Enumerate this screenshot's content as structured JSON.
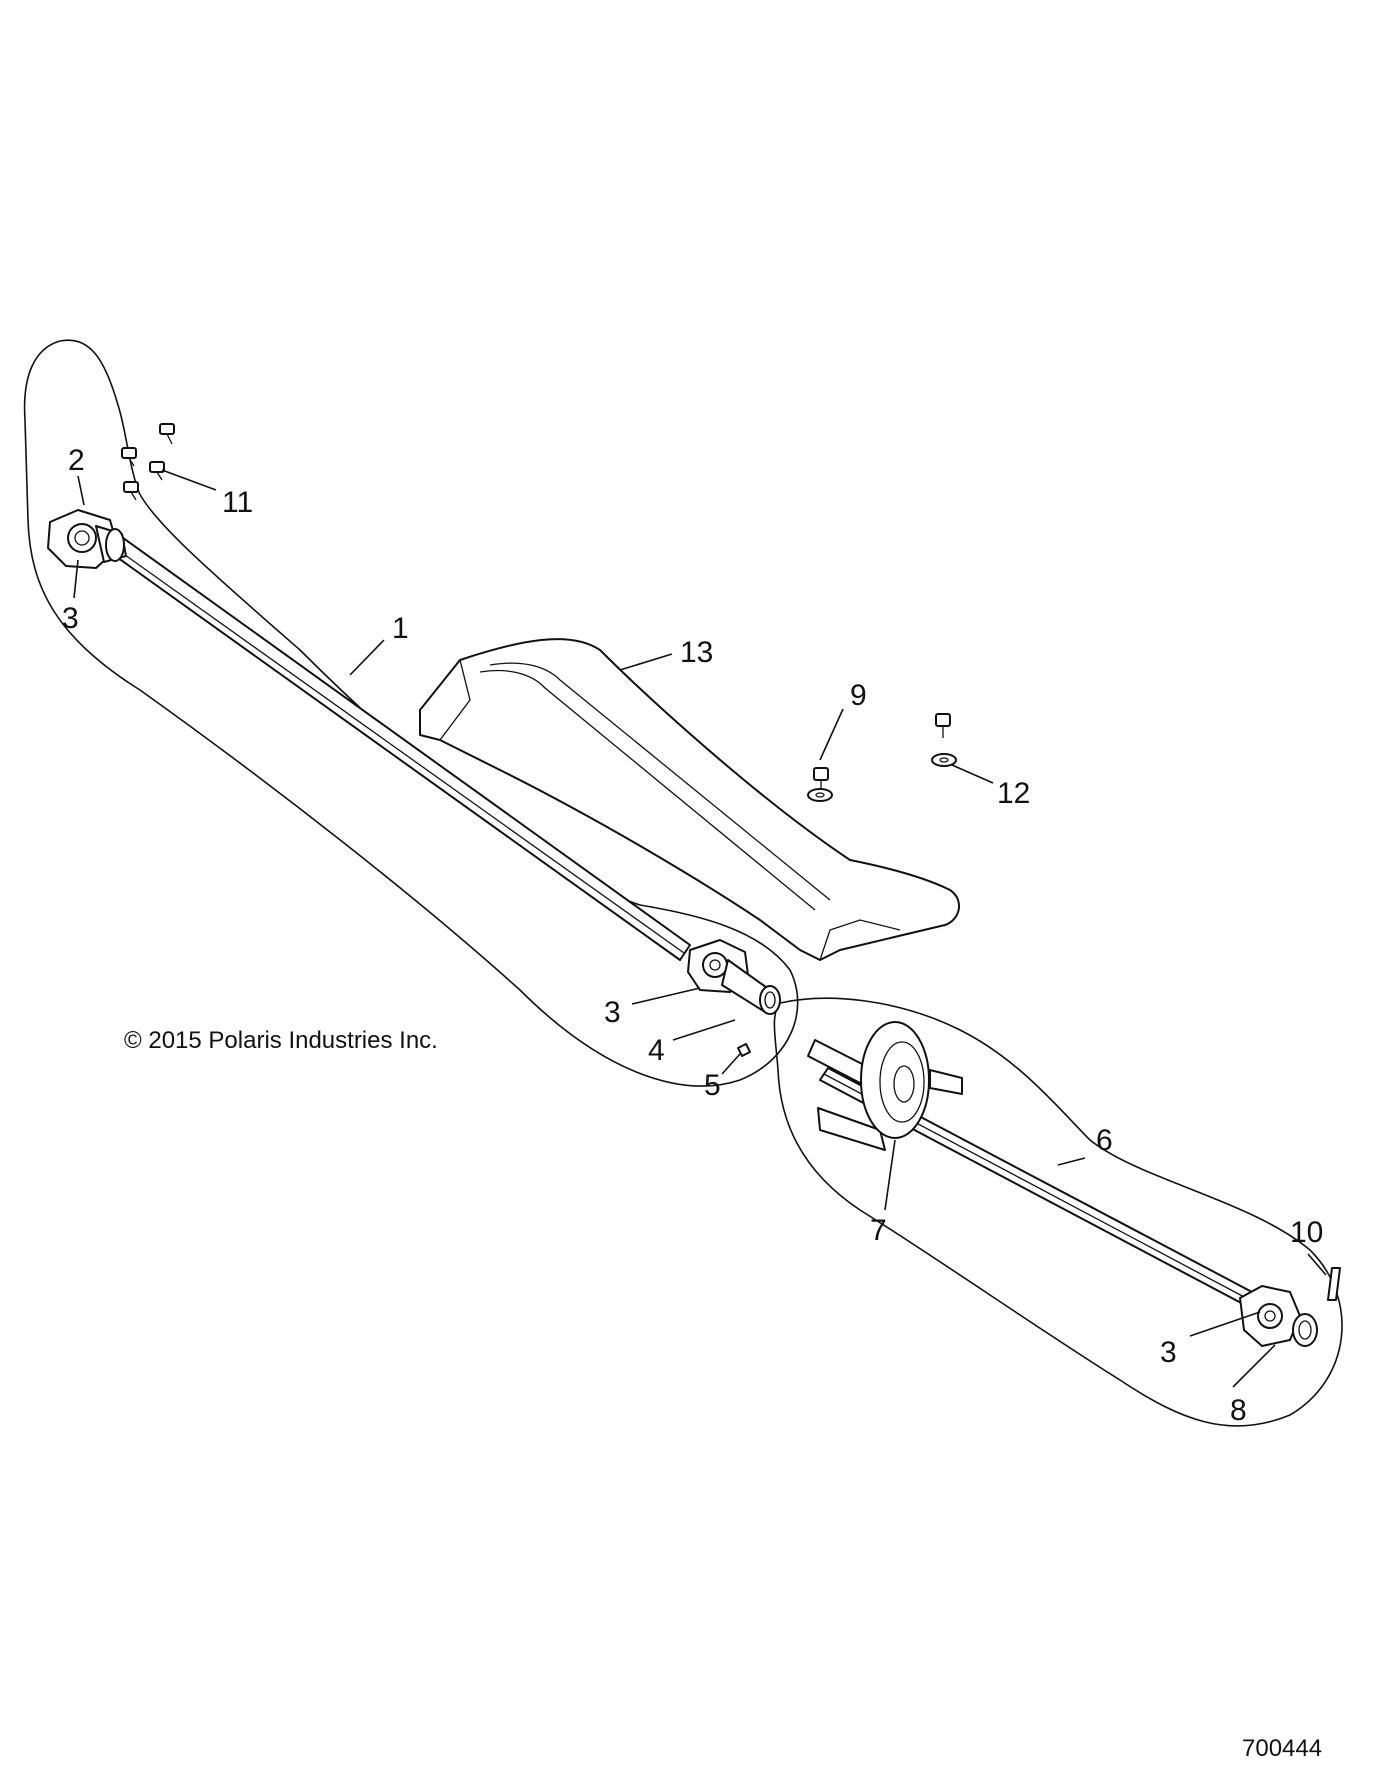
{
  "copyright": "© 2015 Polaris Industries Inc.",
  "diagram_id": "700444",
  "callouts": {
    "c1": "1",
    "c2": "2",
    "c3a": "3",
    "c3b": "3",
    "c3c": "3",
    "c4": "4",
    "c5": "5",
    "c6": "6",
    "c7": "7",
    "c8": "8",
    "c9": "9",
    "c10": "10",
    "c11": "11",
    "c12": "12",
    "c13": "13"
  }
}
